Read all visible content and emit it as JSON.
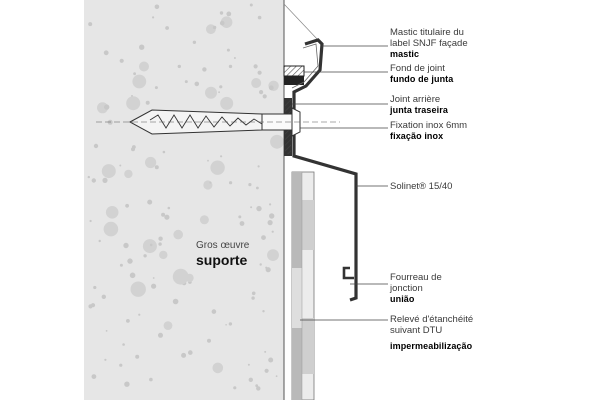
{
  "labels": {
    "mastic": {
      "fr_line1": "Mastic titulaire du",
      "fr_line2": "label SNJF façade",
      "tr": "mastic"
    },
    "fond": {
      "fr": "Fond de joint",
      "tr": "fundo de junta"
    },
    "joint": {
      "fr": "Joint arrière",
      "tr": "junta traseira"
    },
    "fixation": {
      "fr": "Fixation inox 6mm",
      "tr": "fixação inox"
    },
    "solinet": {
      "fr": "Solinet® 15/40"
    },
    "fourreau": {
      "fr_line1": "Fourreau de",
      "fr_line2": "jonction",
      "tr": "união"
    },
    "releve": {
      "fr_line1": "Relevé d'étanchéité",
      "fr_line2": "suivant DTU",
      "tr": "impermeabilização"
    }
  },
  "wall": {
    "fr": "Gros œuvre",
    "tr": "suporte"
  },
  "colors": {
    "concrete": "#e6e6e6",
    "aggregate": "#cfcfcf",
    "profile": "#333333",
    "membrane_dark": "#b9b9b9",
    "membrane_light": "#ececec"
  }
}
